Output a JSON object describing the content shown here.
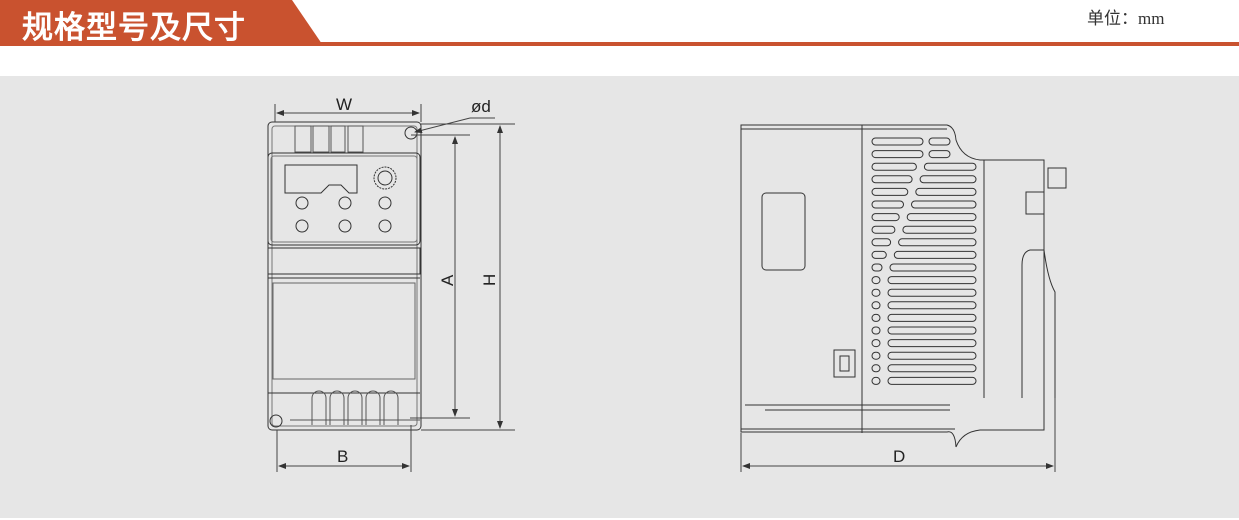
{
  "header": {
    "title": "规格型号及尺寸",
    "unit": "单位：mm",
    "accent": "#c9522f"
  },
  "drawing": {
    "front_view": {
      "width_label": "W",
      "hole_label": "ød",
      "a_label": "A",
      "h_label": "H",
      "b_label": "B"
    },
    "side_view": {
      "depth_label": "D"
    }
  }
}
